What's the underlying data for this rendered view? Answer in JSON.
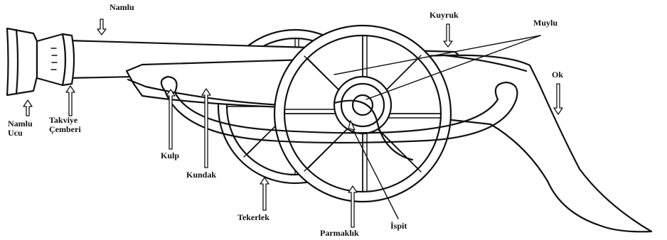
{
  "labels": {
    "namlu": "Namlu",
    "kuyruk": "Kuyruk",
    "muylu": "Muylu",
    "ok": "Ok",
    "namlu_ucu_line1": "Namlu",
    "namlu_ucu_line2": "Ucu",
    "takviye_line1": "Takviye",
    "takviye_line2": "Çemberi",
    "kulp": "Kulp",
    "kundak": "Kundak",
    "tekerlek": "Tekerlek",
    "parmaklik": "Parmaklık",
    "ispit": "İspit"
  }
}
